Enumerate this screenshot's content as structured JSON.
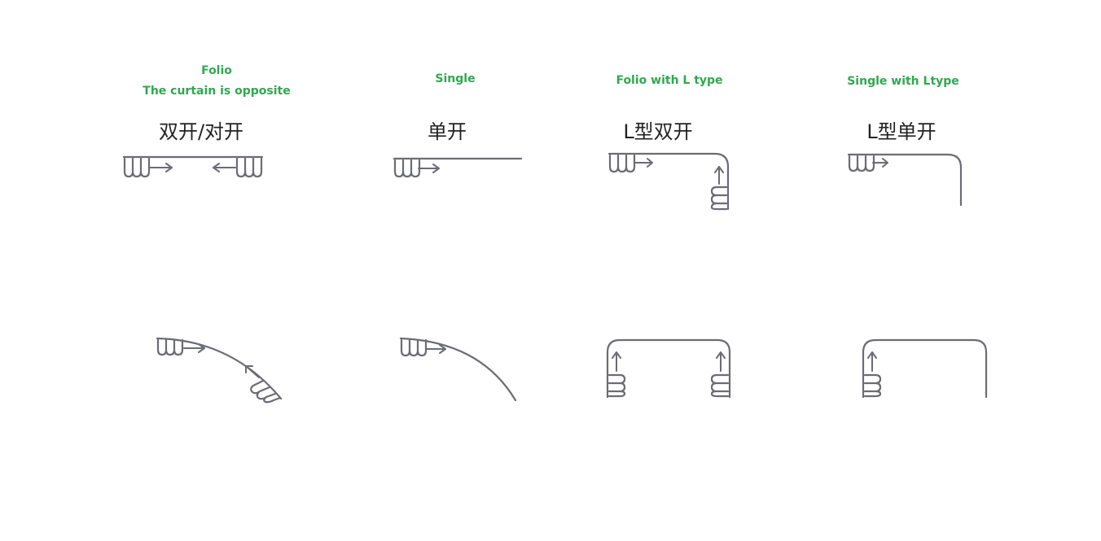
{
  "colors": {
    "label_green": "#2fa84f",
    "chinese_text": "#222222",
    "line_gray": "#6b6c74"
  },
  "variants": [
    {
      "english_line1": "Folio",
      "english_line2": "The curtain is opposite",
      "chinese": "双开/对开"
    },
    {
      "english_line1": "Single",
      "chinese": "单开"
    },
    {
      "english_line1": "Folio with L type",
      "chinese": "L型双开"
    },
    {
      "english_line1": "Single with Ltype",
      "chinese": "L型单开"
    }
  ],
  "diagrams": {
    "top_row": [
      "straight-double-open",
      "straight-single-open",
      "l-shape-double-open",
      "l-shape-single-open"
    ],
    "bottom_row": [
      "curved-double-open",
      "curved-single-open",
      "u-shape-double-open",
      "u-shape-single-open"
    ]
  }
}
